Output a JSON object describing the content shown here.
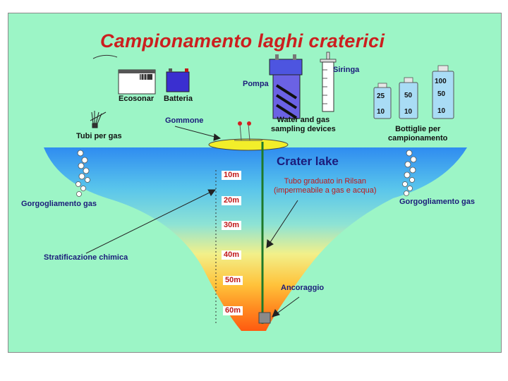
{
  "title": "Campionamento laghi craterici",
  "equipment": {
    "ecosonar": "Ecosonar",
    "batteria": "Batteria",
    "pompa": "Pompa",
    "siringa": "Siringa",
    "sampling_line1": "Water and gas",
    "sampling_line2": "sampling devices",
    "bottiglie_line1": "Bottiglie per",
    "bottiglie_line2": "campionamento",
    "tubi_per_gas": "Tubi per gas",
    "gommone": "Gommone"
  },
  "bottles": [
    {
      "top": "25",
      "bottom": "10"
    },
    {
      "top": "50",
      "bottom": "10"
    },
    {
      "top_a": "100",
      "top_b": "50",
      "bottom": "10"
    }
  ],
  "lake": {
    "name": "Crater lake",
    "tube_line1": "Tubo graduato in Rilsan",
    "tube_line2": "(impermeabile a gas e acqua)",
    "gorgogliamento_left": "Gorgogliamento gas",
    "gorgogliamento_right": "Gorgogliamento gas",
    "stratificazione": "Stratificazione chimica",
    "ancoraggio": "Ancoraggio"
  },
  "depths": [
    "10m",
    "20m",
    "30m",
    "40m",
    "50m",
    "60m"
  ],
  "colors": {
    "background": "#9cf5c6",
    "title": "#cc1e1e",
    "lake_top": "#2f8cf0",
    "lake_bottom": "#ff5a10",
    "tube": "#1e7a2a",
    "depth_label": "#c01818"
  }
}
